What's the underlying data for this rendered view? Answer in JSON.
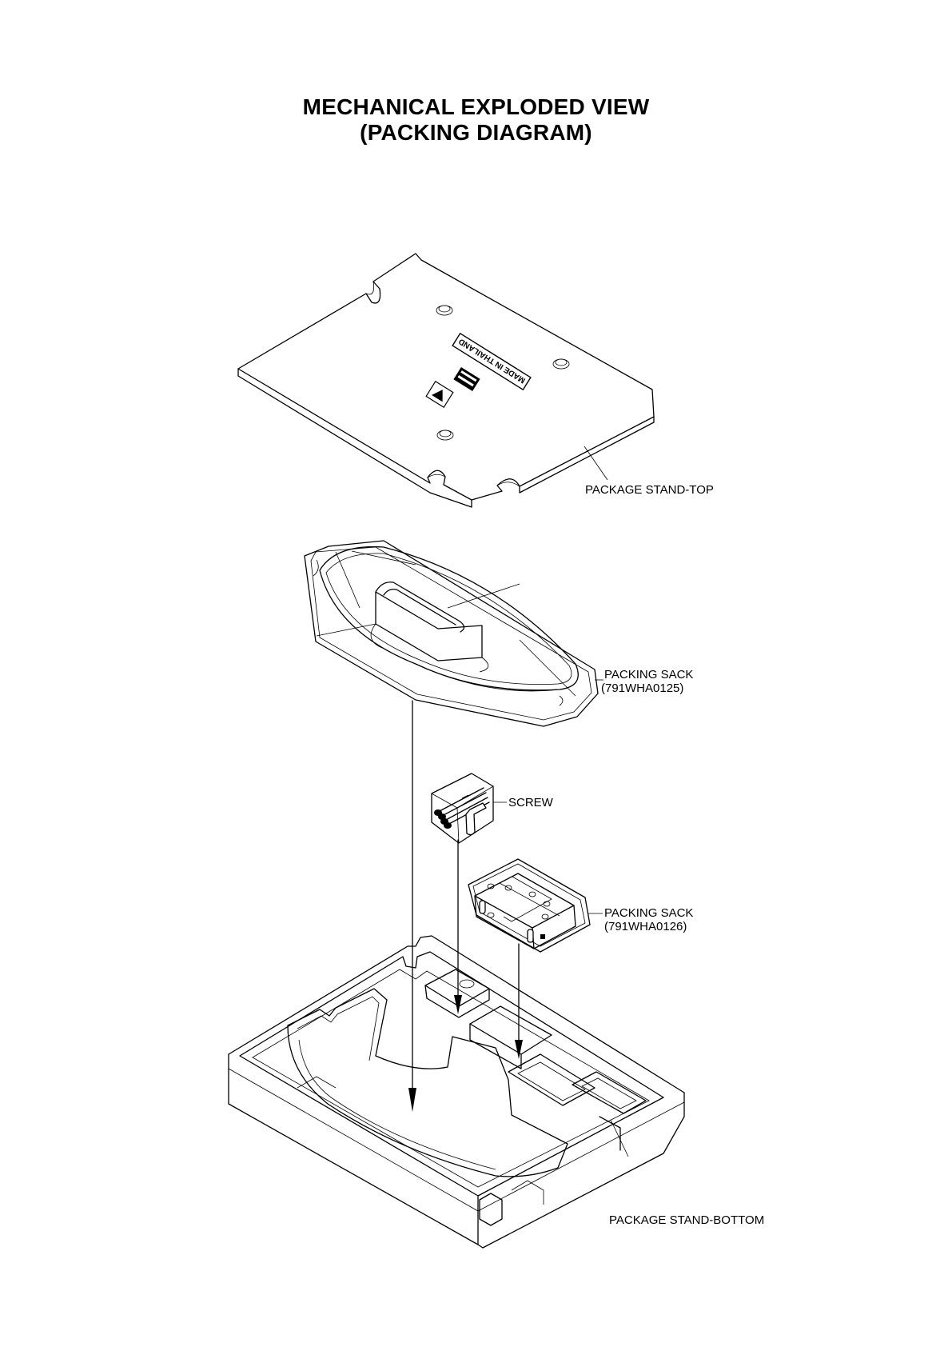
{
  "title": {
    "line1": "MECHANICAL EXPLODED VIEW",
    "line2": "(PACKING DIAGRAM)"
  },
  "labels": {
    "stand_top": "PACKAGE STAND-TOP",
    "packing_sack_1": "PACKING SACK",
    "packing_sack_1_part": "(791WHA0125)",
    "screw": "SCREW",
    "packing_sack_2": "PACKING SACK",
    "packing_sack_2_part": "(791WHA0126)",
    "stand_bottom": "PACKAGE STAND-BOTTOM"
  },
  "embossed_text": "MADE IN THAILAND"
}
